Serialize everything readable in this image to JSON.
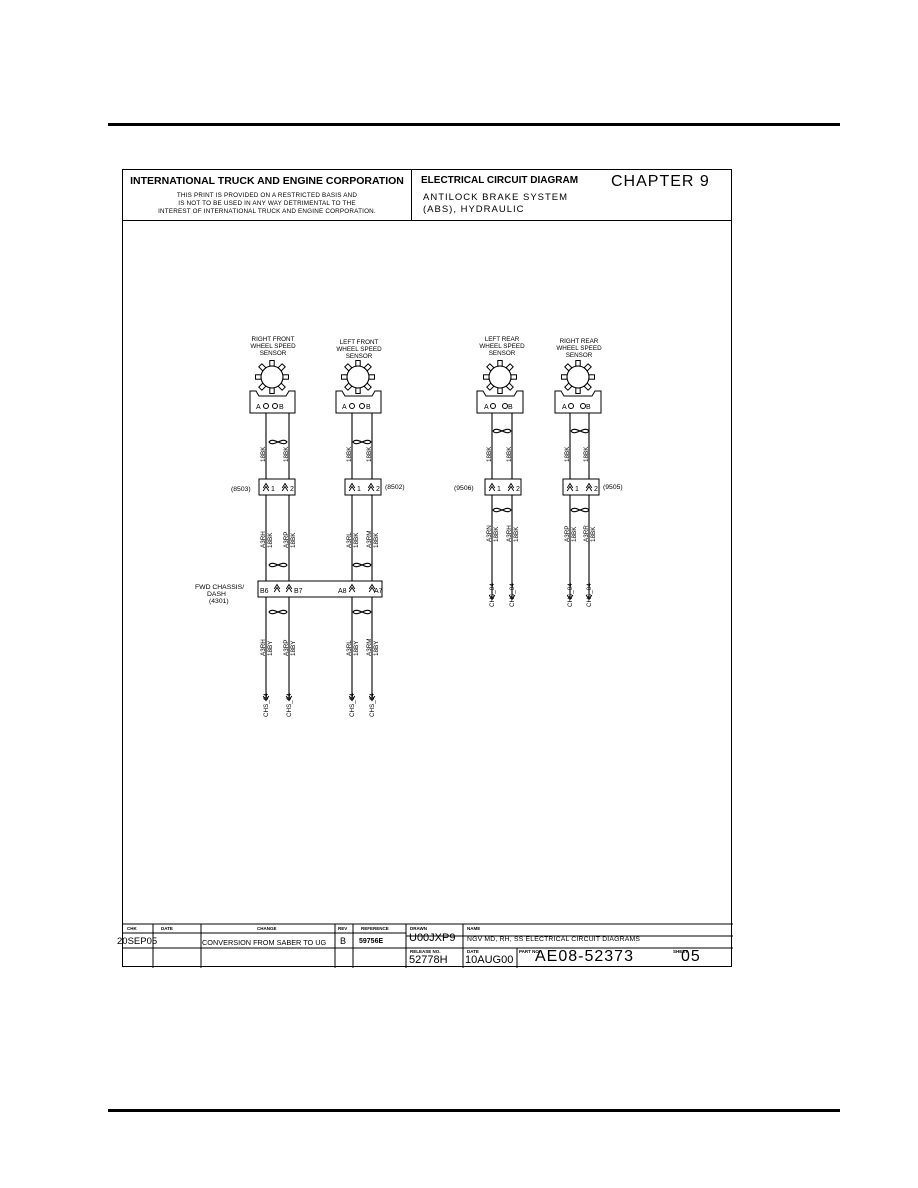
{
  "header": {
    "company": "INTERNATIONAL TRUCK AND ENGINE CORPORATION",
    "notice_lines": [
      "THIS PRINT IS PROVIDED ON A RESTRICTED BASIS AND",
      "IS NOT TO BE USED IN ANY WAY DETRIMENTAL TO THE",
      "INTEREST OF INTERNATIONAL TRUCK AND ENGINE CORPORATION."
    ],
    "doc_type": "ELECTRICAL CIRCUIT DIAGRAM",
    "chapter": "CHAPTER 9",
    "subtitle_lines": [
      "ANTILOCK BRAKE SYSTEM",
      "(ABS), HYDRAULIC"
    ]
  },
  "sensors": {
    "right_front": [
      "RIGHT FRONT",
      "WHEEL SPEED",
      "SENSOR"
    ],
    "left_front": [
      "LEFT FRONT",
      "WHEEL SPEED",
      "SENSOR"
    ],
    "left_rear": [
      "LEFT REAR",
      "WHEEL SPEED",
      "SENSOR"
    ],
    "right_rear": [
      "RIGHT REAR",
      "WHEEL SPEED",
      "SENSOR"
    ],
    "pin_a": "A",
    "pin_b": "B"
  },
  "connectors": {
    "c1": "(8503)",
    "c2": "(8502)",
    "c3": "(9506)",
    "c4": "(9505)",
    "pin1": "1",
    "pin2": "2"
  },
  "wire_gauge": "18BK",
  "wires_mid": {
    "c1": [
      "A3RH",
      "A3RP"
    ],
    "c2": [
      "A3RL",
      "A3RM"
    ],
    "c3": [
      "A3RN",
      "A3RH"
    ],
    "c4": [
      "A3RP",
      "A3RR"
    ],
    "gauge": "18BK"
  },
  "chassis_connector": {
    "name_lines": [
      "FWD CHASSIS/",
      "DASH",
      "(4301)"
    ],
    "pins": [
      "B6",
      "B7",
      "A8",
      "A7"
    ]
  },
  "wires_low": {
    "w1": [
      "A3RH",
      "18BY"
    ],
    "w2": [
      "A3RP",
      "18BY"
    ],
    "w3": [
      "A3RL",
      "18BY"
    ],
    "w4": [
      "A3RM",
      "18BY"
    ]
  },
  "ground_ref": "CHS_04",
  "title_block": {
    "col_headers": {
      "chk": "CHK",
      "date": "DATE",
      "change": "CHANGE",
      "rev": "REV",
      "reference": "REFERENCE",
      "drawn": "DRAWN",
      "name": "NAME",
      "release_no": "RELEASE NO.",
      "date2": "DATE",
      "part_no": "PART NO.",
      "sheet": "SHEET"
    },
    "row": {
      "date": "20SEP05",
      "change": "CONVERSION FROM SABER TO UG",
      "rev": "B",
      "reference": "59756E"
    },
    "drawn": "U00JXP9",
    "name": "NGV MD, RH, SS ELECTRICAL CIRCUIT DIAGRAMS",
    "release_no": "52778H",
    "date_val": "10AUG00",
    "part_no": "AE08-52373",
    "sheet": "05"
  }
}
